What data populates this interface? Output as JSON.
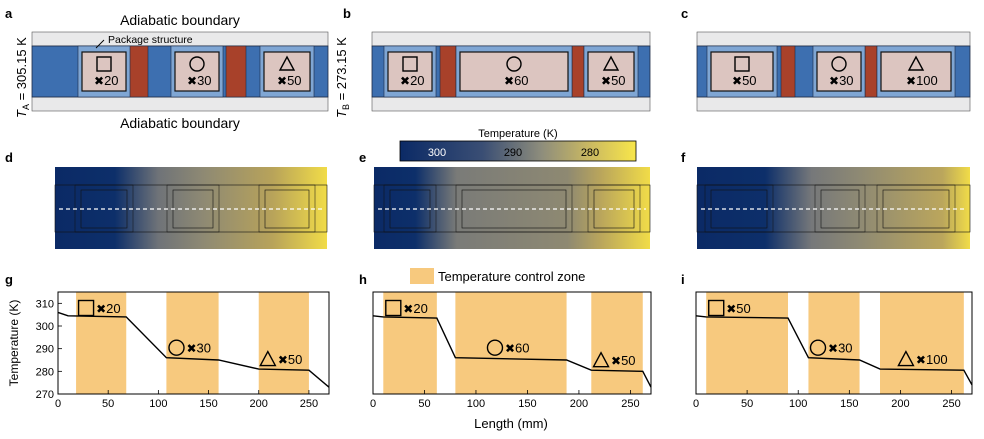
{
  "panels": {
    "letters": [
      "a",
      "b",
      "c",
      "d",
      "e",
      "f",
      "g",
      "h",
      "i"
    ]
  },
  "schematic_a": {
    "top_boundary": "Adiabatic boundary",
    "bottom_boundary": "Adiabatic boundary",
    "package_label": "Package structure",
    "left_temp": "T",
    "left_temp_sub": "A",
    "left_temp_value": " = 305.15 K",
    "right_temp": "T",
    "right_temp_sub": "B",
    "right_temp_value": " = 273.15 K",
    "packages": [
      {
        "symbol": "square-icon",
        "factor": "20"
      },
      {
        "symbol": "circle-icon",
        "factor": "30"
      },
      {
        "symbol": "triangle-icon",
        "factor": "50"
      }
    ]
  },
  "schematic_b": {
    "packages": [
      {
        "symbol": "square-icon",
        "factor": "20"
      },
      {
        "symbol": "circle-icon",
        "factor": "60"
      },
      {
        "symbol": "triangle-icon",
        "factor": "50"
      }
    ]
  },
  "schematic_c": {
    "packages": [
      {
        "symbol": "square-icon",
        "factor": "50"
      },
      {
        "symbol": "circle-icon",
        "factor": "30"
      },
      {
        "symbol": "triangle-icon",
        "factor": "100"
      }
    ]
  },
  "colorbar": {
    "title": "Temperature (K)",
    "ticks": [
      "300",
      "290",
      "280"
    ],
    "colors": [
      "#0d2a63",
      "#8a8a7a",
      "#f5e04a"
    ]
  },
  "legend": {
    "zone_label": "Temperature control zone",
    "zone_color": "#f7c97e"
  },
  "times_symbol": "✖",
  "chart_data": [
    {
      "type": "line",
      "panel": "g",
      "xlabel": "Length (mm)",
      "ylabel": "Temperature (K)",
      "xlim": [
        0,
        270
      ],
      "ylim": [
        270,
        315
      ],
      "xticks": [
        0,
        50,
        100,
        150,
        200,
        250
      ],
      "yticks": [
        270,
        280,
        290,
        300,
        310
      ],
      "zones": [
        [
          18,
          68
        ],
        [
          108,
          160
        ],
        [
          200,
          250
        ]
      ],
      "markers": [
        {
          "symbol": "square-icon",
          "factor": "20"
        },
        {
          "symbol": "circle-icon",
          "factor": "30"
        },
        {
          "symbol": "triangle-icon",
          "factor": "50"
        }
      ],
      "series": [
        {
          "values": [
            [
              0,
              306
            ],
            [
              10,
              304.5
            ],
            [
              68,
              304
            ],
            [
              108,
              286
            ],
            [
              160,
              285
            ],
            [
              200,
              281
            ],
            [
              250,
              280.5
            ],
            [
              270,
              273
            ]
          ]
        }
      ]
    },
    {
      "type": "line",
      "panel": "h",
      "xlabel": "Length (mm)",
      "ylabel": "",
      "xlim": [
        0,
        270
      ],
      "ylim": [
        270,
        315
      ],
      "xticks": [
        0,
        50,
        100,
        150,
        200,
        250
      ],
      "yticks": [],
      "zones": [
        [
          10,
          62
        ],
        [
          80,
          188
        ],
        [
          212,
          262
        ]
      ],
      "markers": [
        {
          "symbol": "square-icon",
          "factor": "20"
        },
        {
          "symbol": "circle-icon",
          "factor": "60"
        },
        {
          "symbol": "triangle-icon",
          "factor": "50"
        }
      ],
      "series": [
        {
          "values": [
            [
              0,
              304.5
            ],
            [
              10,
              304
            ],
            [
              62,
              303.5
            ],
            [
              80,
              286
            ],
            [
              188,
              285
            ],
            [
              212,
              280.5
            ],
            [
              262,
              280
            ],
            [
              270,
              273
            ]
          ]
        }
      ]
    },
    {
      "type": "line",
      "panel": "i",
      "xlabel": "Length (mm)",
      "ylabel": "",
      "xlim": [
        0,
        270
      ],
      "ylim": [
        270,
        315
      ],
      "xticks": [
        0,
        50,
        100,
        150,
        200,
        250
      ],
      "yticks": [],
      "zones": [
        [
          10,
          90
        ],
        [
          110,
          160
        ],
        [
          180,
          262
        ]
      ],
      "markers": [
        {
          "symbol": "square-icon",
          "factor": "50"
        },
        {
          "symbol": "circle-icon",
          "factor": "30"
        },
        {
          "symbol": "triangle-icon",
          "factor": "100"
        }
      ],
      "series": [
        {
          "values": [
            [
              0,
              304.5
            ],
            [
              10,
              304
            ],
            [
              90,
              303.5
            ],
            [
              110,
              286
            ],
            [
              160,
              285
            ],
            [
              180,
              281
            ],
            [
              262,
              280.5
            ],
            [
              270,
              274
            ]
          ]
        }
      ]
    }
  ]
}
